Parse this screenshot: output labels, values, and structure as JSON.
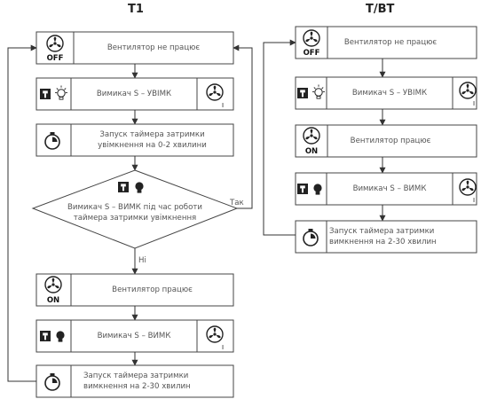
{
  "columns": {
    "left": {
      "title": "T1"
    },
    "right": {
      "title": "T/BT"
    }
  },
  "left": {
    "fan_off": "Вентилятор не працює",
    "switch_on": "Вимикач S – УВІМК",
    "timer_on_line1": "Запуск таймера затримки",
    "timer_on_line2": "увімкнення на 0-2 хвилини",
    "decision_line1": "Вимикач S – ВИМК під час роботи",
    "decision_line2": "таймера затримки увімкнення",
    "label_yes": "Так",
    "label_no": "Ні",
    "fan_on": "Вентилятор працює",
    "switch_off": "Вимикач S – ВИМК",
    "timer_off_line1": "Запуск таймера затримки",
    "timer_off_line2": "вимкнення на 2-30 хвилин"
  },
  "right": {
    "fan_off": "Вентилятор не працює",
    "switch_on": "Вимикач S – УВІМК",
    "fan_on": "Вентилятор працює",
    "switch_off": "Вимикач S – ВИМК",
    "timer_off_line1": "Запуск таймера затримки",
    "timer_off_line2": "вимкнення на 2-30 хвилин"
  },
  "badges": {
    "off": "OFF",
    "on": "ON",
    "speed": "I"
  },
  "icons": [
    "fan-icon",
    "switch-icon",
    "light-off-icon",
    "light-on-icon",
    "timer-icon"
  ],
  "colors": {
    "line": "#333333",
    "box_border": "#444444",
    "text": "#555555"
  }
}
